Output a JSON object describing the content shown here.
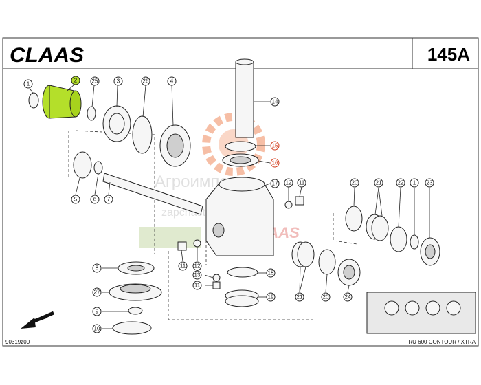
{
  "header": {
    "brand": "CLAAS",
    "page_number": "145A"
  },
  "footer": {
    "drawing_id": "90319z00",
    "model": "RU 600 CONTOUR / XTRA"
  },
  "watermark": {
    "site_name": "Агроимпорт",
    "site_url": "zapchasti-claas.ru",
    "brand": "CLAAS"
  },
  "callouts": [
    {
      "id": "c1a",
      "label": "1"
    },
    {
      "id": "c2",
      "label": "2",
      "highlight": "green"
    },
    {
      "id": "c25",
      "label": "25"
    },
    {
      "id": "c3",
      "label": "3"
    },
    {
      "id": "c26",
      "label": "26"
    },
    {
      "id": "c4",
      "label": "4"
    },
    {
      "id": "c14",
      "label": "14"
    },
    {
      "id": "c15",
      "label": "15",
      "highlight": "red"
    },
    {
      "id": "c16",
      "label": "16",
      "highlight": "red"
    },
    {
      "id": "c17",
      "label": "17"
    },
    {
      "id": "c12a",
      "label": "12"
    },
    {
      "id": "c11a",
      "label": "11"
    },
    {
      "id": "c5",
      "label": "5"
    },
    {
      "id": "c6",
      "label": "6"
    },
    {
      "id": "c7",
      "label": "7"
    },
    {
      "id": "c20a",
      "label": "20"
    },
    {
      "id": "c21a",
      "label": "21"
    },
    {
      "id": "c22",
      "label": "22"
    },
    {
      "id": "c1b",
      "label": "1"
    },
    {
      "id": "c23",
      "label": "23"
    },
    {
      "id": "c11b",
      "label": "11"
    },
    {
      "id": "c12b",
      "label": "12"
    },
    {
      "id": "c13",
      "label": "13"
    },
    {
      "id": "c11c",
      "label": "11"
    },
    {
      "id": "c8",
      "label": "8"
    },
    {
      "id": "c27",
      "label": "27"
    },
    {
      "id": "c9",
      "label": "9"
    },
    {
      "id": "c10",
      "label": "10"
    },
    {
      "id": "c18",
      "label": "18"
    },
    {
      "id": "c19",
      "label": "19"
    },
    {
      "id": "c21b",
      "label": "21"
    },
    {
      "id": "c20b",
      "label": "20"
    },
    {
      "id": "c24",
      "label": "24"
    }
  ],
  "colors": {
    "highlight_part": "#b4df2a",
    "highlight_callout_text": "#d23a1a",
    "watermark_gear": "#f08a5d",
    "watermark_brand": "#d9534f",
    "watermark_green": "#c7d9a8"
  },
  "icons": {
    "direction_arrow": "arrow-down-left-icon"
  }
}
